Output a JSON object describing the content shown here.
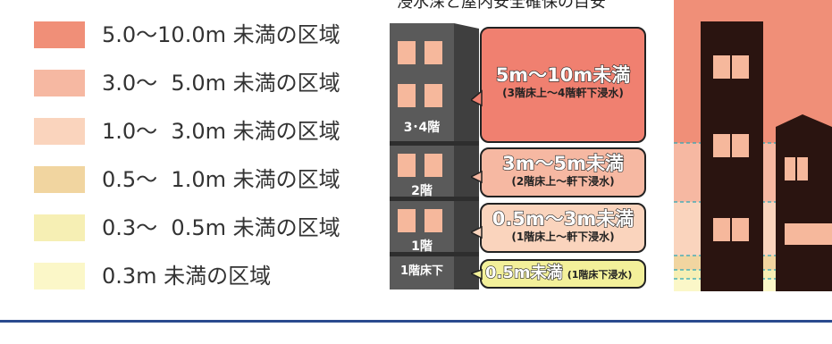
{
  "caption": "浸水深と屋内安全確保の目安",
  "legend": [
    {
      "label": "5.0〜10.0m 未満の区域",
      "color": "#f08f78"
    },
    {
      "label": "3.0〜  5.0m 未満の区域",
      "color": "#f6b8a2"
    },
    {
      "label": "1.0〜  3.0m 未満の区域",
      "color": "#fad4bd"
    },
    {
      "label": "0.5〜  1.0m 未満の区域",
      "color": "#f1d5a0"
    },
    {
      "label": "0.3〜  0.5m 未満の区域",
      "color": "#f6efb4"
    },
    {
      "label": "0.3m 未満の区域",
      "color": "#fbf7c8"
    }
  ],
  "building": {
    "floor_labels": [
      "3･4階",
      "2階",
      "1階",
      "1階床下"
    ]
  },
  "callouts": [
    {
      "main": "5m〜10m未満",
      "sub": "(3階床上〜4階軒下浸水)",
      "color": "#f08070"
    },
    {
      "main": "3m〜5m未満",
      "sub": "(2階床上〜軒下浸水)",
      "color": "#f6b8a2"
    },
    {
      "main": "0.5m〜3m未満",
      "sub": "(1階床上〜軒下浸水)",
      "color": "#fad4bd"
    },
    {
      "main": "0.5m未満",
      "sub": "(1階床下浸水)",
      "color": "#f3f09a"
    }
  ],
  "colors": {
    "building_dark": "#5a5a5a",
    "building_side": "#3f3f3f",
    "window": "#f6b89c",
    "silhouette": "#2a1410",
    "accent_border": "#2a4a8e"
  }
}
